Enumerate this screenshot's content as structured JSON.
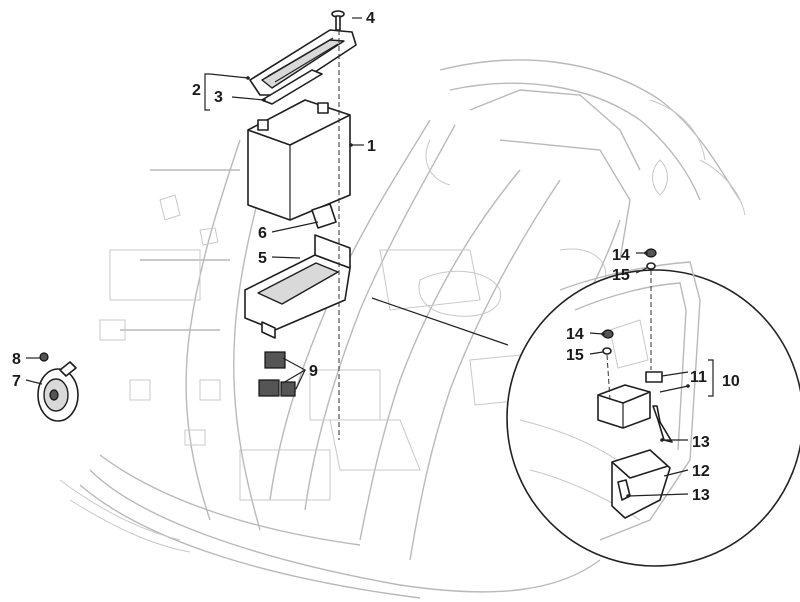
{
  "callouts": {
    "c1": "1",
    "c2": "2",
    "c3": "3",
    "c4": "4",
    "c5": "5",
    "c6": "6",
    "c7": "7",
    "c8": "8",
    "c9": "9",
    "c10": "10",
    "c11": "11",
    "c12": "12",
    "c13a": "13",
    "c13b": "13",
    "c14a": "14",
    "c14b": "14",
    "c15a": "15",
    "c15b": "15"
  }
}
